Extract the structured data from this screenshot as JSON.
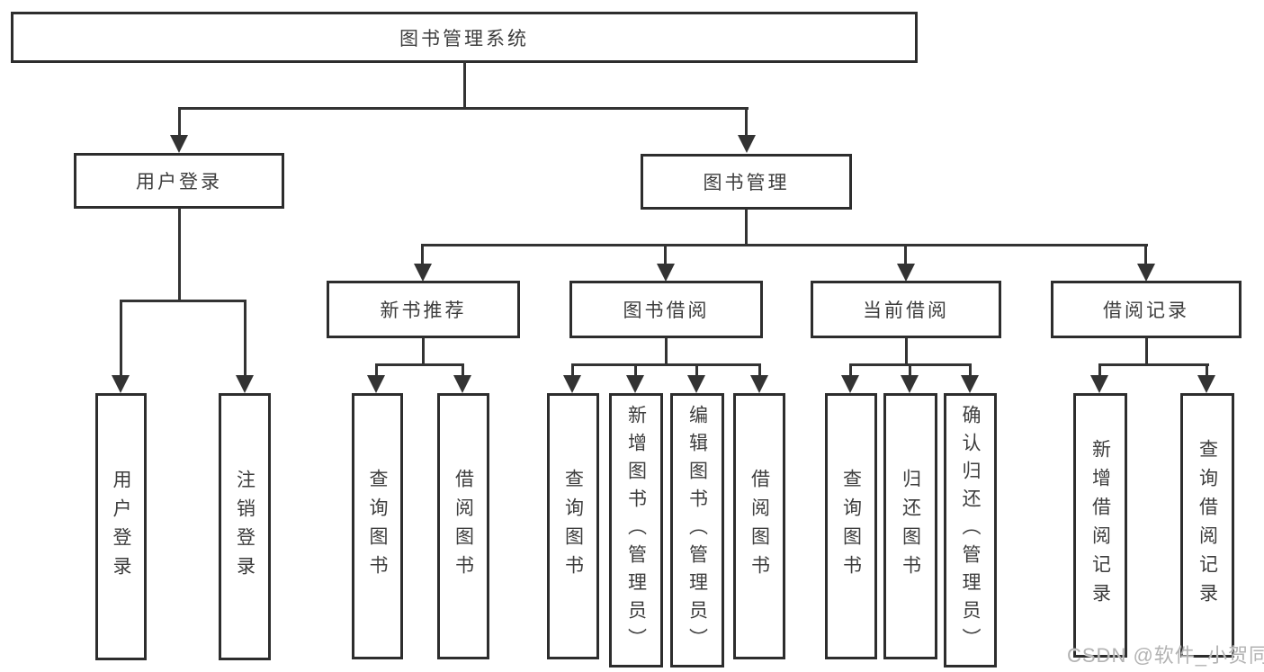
{
  "root": {
    "label": "图书管理系统"
  },
  "modules": {
    "user_login": {
      "label": "用户登录",
      "children": [
        "用户登录",
        "注销登录"
      ]
    },
    "book_management": {
      "label": "图书管理"
    }
  },
  "submodules": {
    "new_book": {
      "label": "新书推荐",
      "children": [
        "查询图书",
        "借阅图书"
      ]
    },
    "borrow": {
      "label": "图书借阅",
      "children": [
        "查询图书",
        "新增图书（管理员）",
        "编辑图书（管理员）",
        "借阅图书"
      ]
    },
    "current": {
      "label": "当前借阅",
      "children": [
        "查询图书",
        "归还图书",
        "确认归还（管理员）"
      ]
    },
    "records": {
      "label": "借阅记录",
      "children": [
        "新增借阅记录",
        "查询借阅记录"
      ]
    }
  },
  "watermark": "CSDN @软件_小贺同学",
  "colors": {
    "line": "#333333",
    "border": "#2d2d2d",
    "text": "#3d3d3d",
    "watermark": "#b3b3b3",
    "background": "#ffffff"
  }
}
